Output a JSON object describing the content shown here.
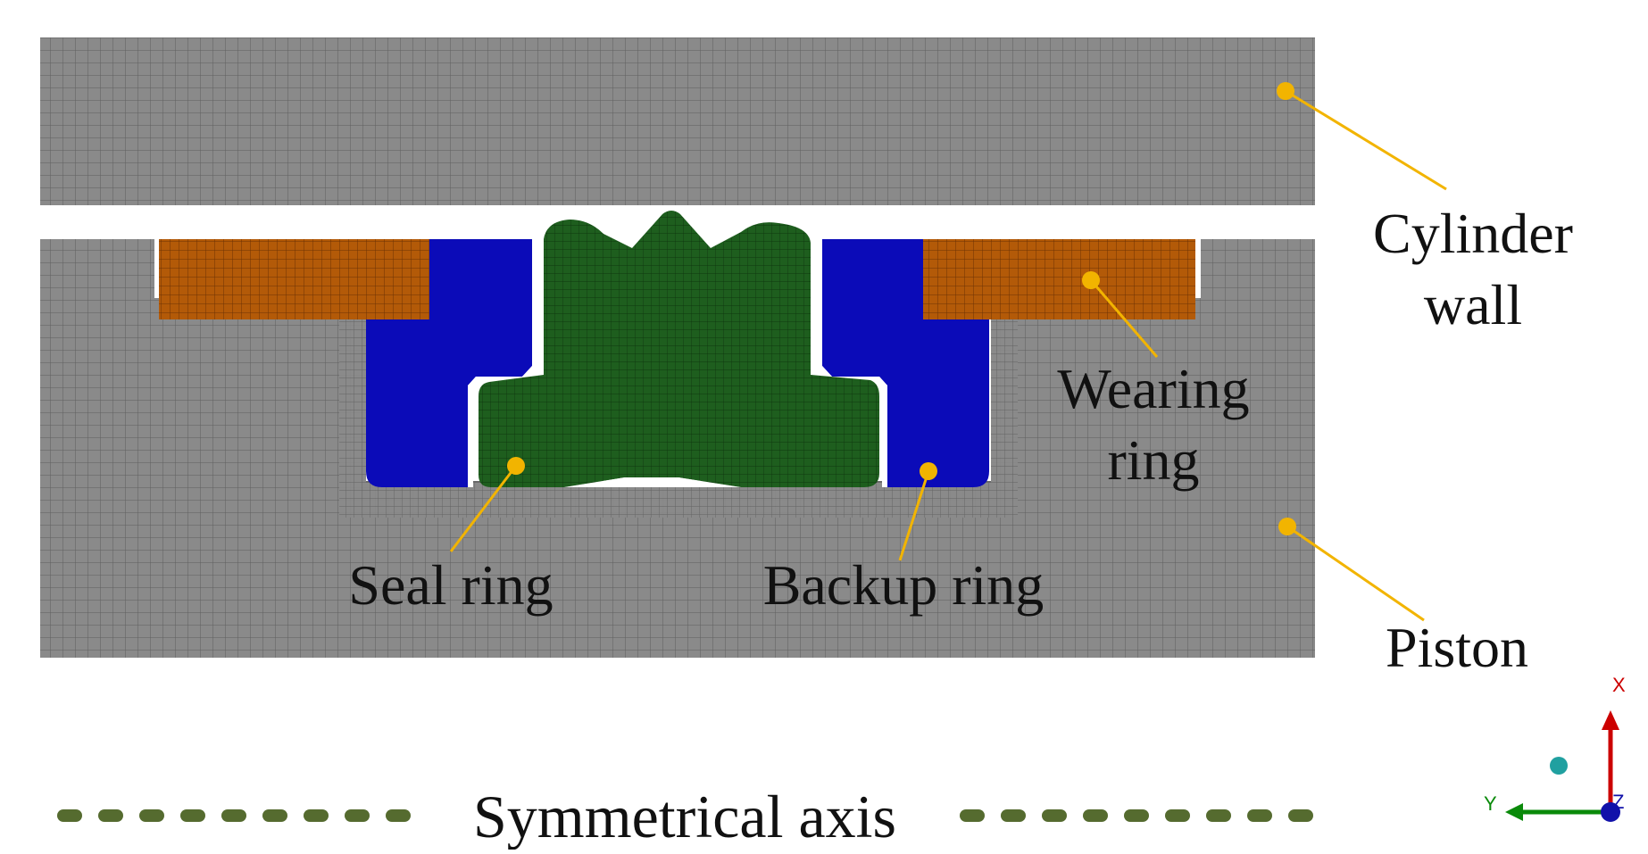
{
  "labels": {
    "cylinder_wall_line1": "Cylinder",
    "cylinder_wall_line2": "wall",
    "wearing_ring_line1": "Wearing",
    "wearing_ring_line2": "ring",
    "seal_ring": "Seal ring",
    "backup_ring": "Backup ring",
    "piston": "Piston",
    "symmetrical_axis": "Symmetrical axis"
  },
  "triad": {
    "x": "X",
    "y": "Y",
    "z": "Z"
  },
  "colors": {
    "mesh_gray": "#8a8a8a",
    "mesh_line": "#5e5e5e",
    "wearing_ring": "#b35a08",
    "backup_ring": "#0b0bb8",
    "seal_ring": "#1e5e1e",
    "leader": "#f2b400",
    "axis_dash": "#556b2f",
    "triad_x": "#cc0000",
    "triad_y": "#0a8a0a",
    "triad_z": "#1111aa",
    "triad_dot": "#20a0a0"
  }
}
